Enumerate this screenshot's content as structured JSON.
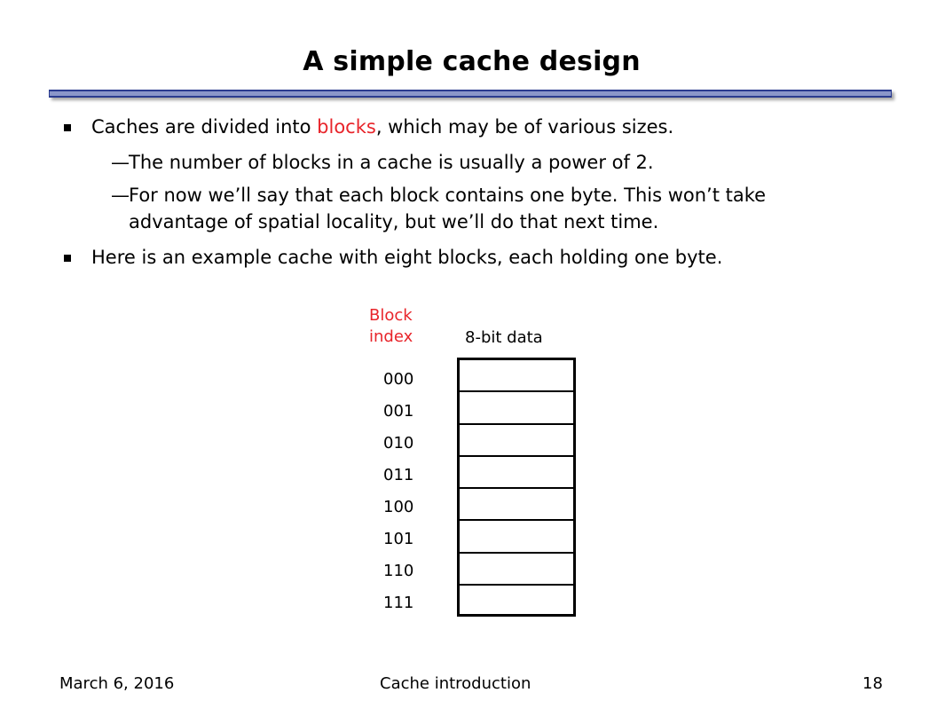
{
  "slide": {
    "title": "A simple cache design"
  },
  "bullets": [
    {
      "level": 1,
      "parts": [
        "Caches are divided into ",
        "blocks",
        ", which may be of various sizes."
      ]
    },
    {
      "level": 2,
      "text": "The number of blocks in a cache is usually a power of 2."
    },
    {
      "level": 2,
      "line1": "For now we’ll say that each block contains one byte. This won’t take",
      "line2": "advantage of spatial locality, but we’ll do that next time."
    },
    {
      "level": 1,
      "text": "Here is an example cache with eight blocks, each holding one byte."
    }
  ],
  "diagram": {
    "index_header_line1": "Block",
    "index_header_line2": "index",
    "data_header": "8-bit data",
    "indices": [
      "000",
      "001",
      "010",
      "011",
      "100",
      "101",
      "110",
      "111"
    ]
  },
  "footer": {
    "date": "March 6, 2016",
    "topic": "Cache introduction",
    "page": "18"
  },
  "colors": {
    "highlight": "#e8242a",
    "rule": "#8a96c9",
    "rule_border": "#2a3b8f"
  },
  "icons": {
    "bullet_level1": "square-bullet-icon",
    "bullet_level2": "em-dash"
  }
}
